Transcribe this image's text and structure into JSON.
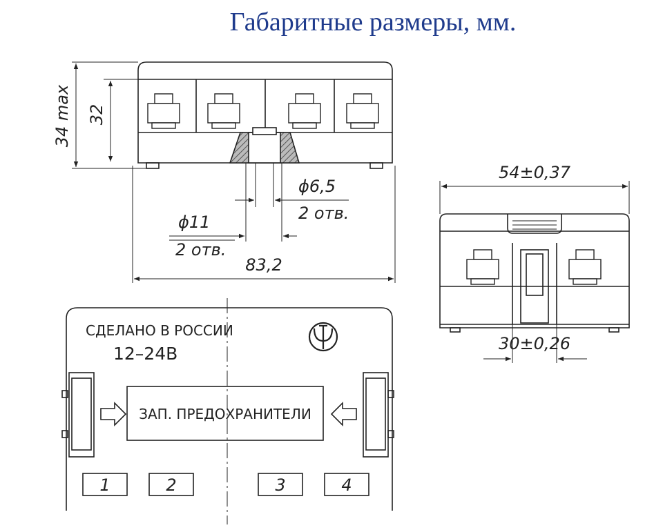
{
  "title": "Габаритные размеры, мм.",
  "front_view": {
    "height_max": "34 max",
    "height": "32",
    "hole_small_diameter": "ϕ6,5",
    "hole_small_count": "2 отв.",
    "hole_large_diameter": "ϕ11",
    "hole_large_count": "2 отв.",
    "length": "83,2"
  },
  "side_view": {
    "width": "54±0,37",
    "inner_width": "30±0,26"
  },
  "top_view": {
    "made_in": "СДЕЛАНО В РОССИИ",
    "voltage": "12–24В",
    "spare_fuses": "ЗАП. ПРЕДОХРАНИТЕЛИ",
    "slots": [
      "1",
      "2",
      "3",
      "4"
    ]
  }
}
